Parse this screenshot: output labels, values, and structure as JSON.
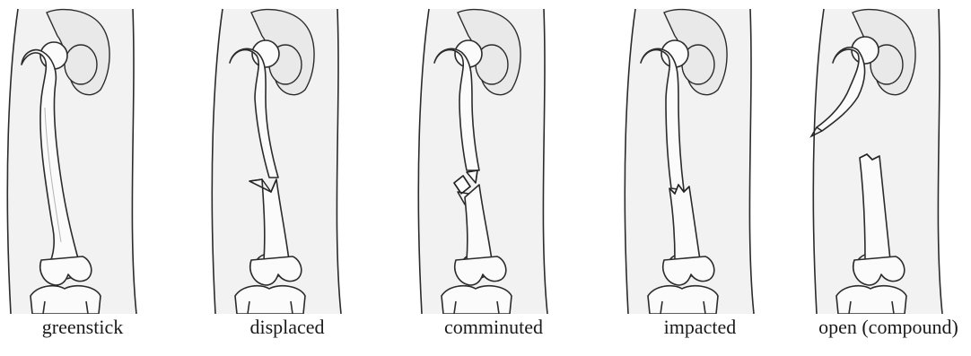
{
  "figure": {
    "panels": [
      {
        "id": "greenstick",
        "label": "greenstick"
      },
      {
        "id": "displaced",
        "label": "displaced"
      },
      {
        "id": "comminuted",
        "label": "comminuted"
      },
      {
        "id": "impacted",
        "label": "impacted"
      },
      {
        "id": "open",
        "label": "open (compound)"
      }
    ]
  }
}
